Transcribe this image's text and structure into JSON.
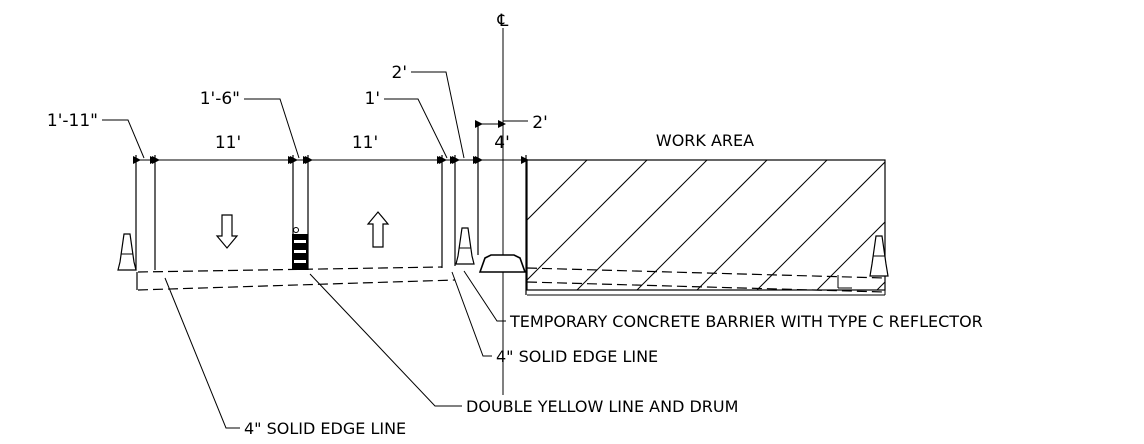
{
  "dimensions": {
    "shoulder_left": "1'-11\"",
    "lane_left": "11'",
    "median": "1'-6\"",
    "lane_right": "11'",
    "offset_1": "1'",
    "offset_2": "2'",
    "offset_3": "2'",
    "buffer": "4'"
  },
  "labels": {
    "centerline": "℄",
    "work_area": "WORK AREA",
    "barrier": "TEMPORARY CONCRETE BARRIER WITH TYPE C REFLECTOR",
    "edge_line_right": "4\" SOLID EDGE LINE",
    "double_yellow": "DOUBLE YELLOW LINE AND DRUM",
    "edge_line_left": "4\" SOLID EDGE LINE"
  },
  "icons": {
    "arrow_down": "hollow-arrow-down-icon",
    "arrow_up": "hollow-arrow-up-icon",
    "cone": "traffic-cone-icon",
    "drum": "channelizing-drum-icon"
  }
}
